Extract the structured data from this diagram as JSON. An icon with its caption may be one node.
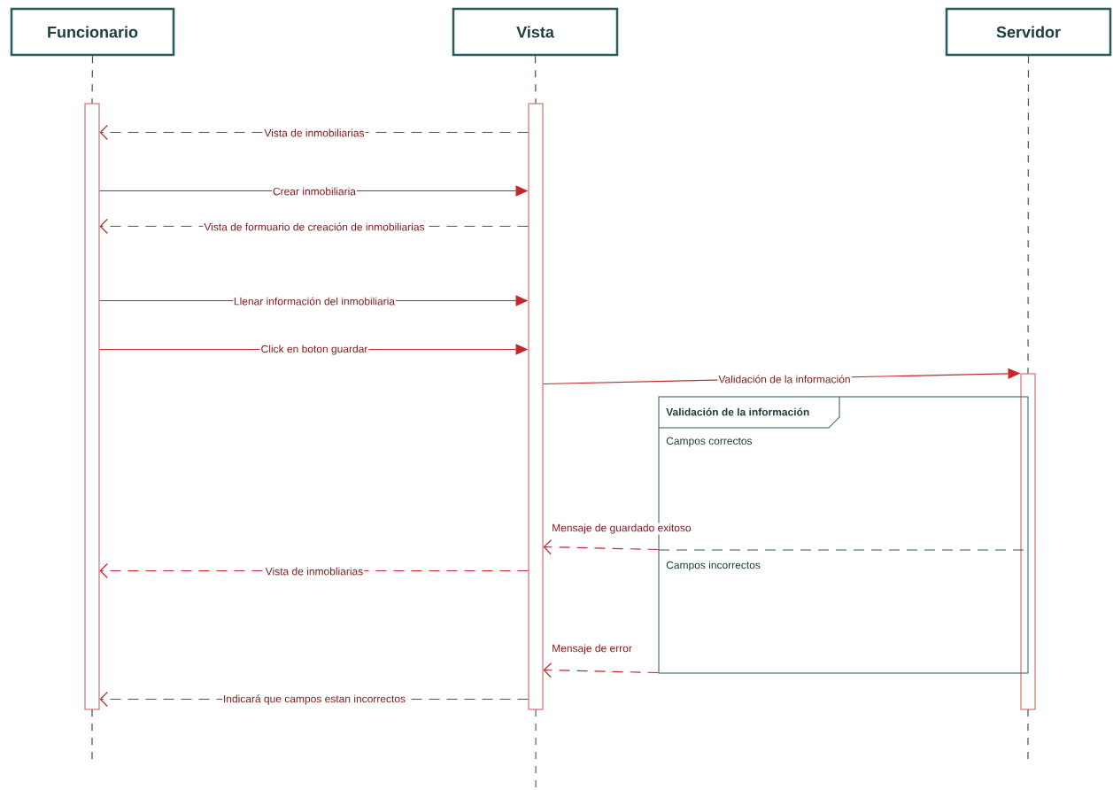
{
  "diagram": {
    "nodes": [
      {
        "text": [
          "Funcionario"
        ]
      },
      {
        "text": [
          "Vista"
        ]
      },
      {
        "text": [
          "Servidor"
        ]
      },
      {
        "text": [],
        "shape": "bar"
      },
      {
        "text": [],
        "shape": "bar"
      },
      {
        "text": [],
        "shape": "bar"
      },
      {
        "text": [
          "Validación de la información",
          "Campos correctos",
          "Campos incorrectos"
        ]
      }
    ],
    "edges": [
      {
        "from": 0,
        "to": 3,
        "arrow": "none",
        "style": "dashed",
        "color": "#2a5a5a"
      },
      {
        "from": 1,
        "to": 4,
        "arrow": "none",
        "style": "dashed",
        "color": "#2a5a5a"
      },
      {
        "from": 2,
        "to": 5,
        "arrow": "none",
        "style": "dashed",
        "color": "#2a5a5a"
      },
      {
        "from": 4,
        "to": 3,
        "arrow": "to",
        "style": "dashed",
        "label": "Vista de inmobiliarias"
      },
      {
        "from": 3,
        "to": 4,
        "arrow": "to",
        "label": "Crear inmobiliaria"
      },
      {
        "from": 4,
        "to": 3,
        "arrow": "to",
        "style": "dashed",
        "label": "Vista de formuario de creación de inmobiliarias"
      },
      {
        "from": 3,
        "to": 4,
        "arrow": "to",
        "label": "Llenar información del inmobiliaria"
      },
      {
        "from": 3,
        "to": 4,
        "arrow": "to",
        "label": "Click en boton guardar"
      },
      {
        "from": 4,
        "to": 5,
        "arrow": "to",
        "label": "Validación de la información"
      },
      {
        "from": 6,
        "to": 4,
        "arrow": "to",
        "style": "dashed",
        "label": "Mensaje de guardado exitoso"
      },
      {
        "from": 4,
        "to": 3,
        "arrow": "to",
        "style": "dashed",
        "label": "Vista de inmobliarias"
      },
      {
        "from": 6,
        "to": 4,
        "arrow": "to",
        "style": "dashed",
        "label": "Mensaje de error"
      },
      {
        "from": 4,
        "to": 3,
        "arrow": "to",
        "style": "dashed",
        "label": "Indicará que campos estan incorrectos"
      }
    ]
  }
}
